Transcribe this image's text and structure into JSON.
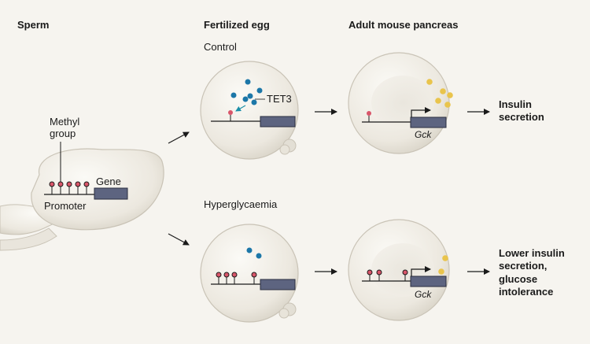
{
  "headers": {
    "sperm": "Sperm",
    "fertilized_egg": "Fertilized egg",
    "adult_pancreas": "Adult mouse pancreas"
  },
  "sperm_labels": {
    "methyl_group": "Methyl\ngroup",
    "gene": "Gene",
    "promoter": "Promoter"
  },
  "conditions": {
    "control": "Control",
    "hyperglycaemia": "Hyperglycaemia"
  },
  "labels": {
    "tet3": "TET3",
    "gck_top": "Gck",
    "gck_bottom": "Gck"
  },
  "outcomes": {
    "control": "Insulin\nsecretion",
    "hyperglycaemia": "Lower insulin\nsecretion,\nglucose\nintolerance"
  },
  "colors": {
    "background": "#f6f4ef",
    "methyl_pin": "#d9566a",
    "gene_box": "#5d6480",
    "tet3_dot": "#1c77a8",
    "insulin_dot": "#e9c44c",
    "cell_fill": "#eeeae2"
  }
}
